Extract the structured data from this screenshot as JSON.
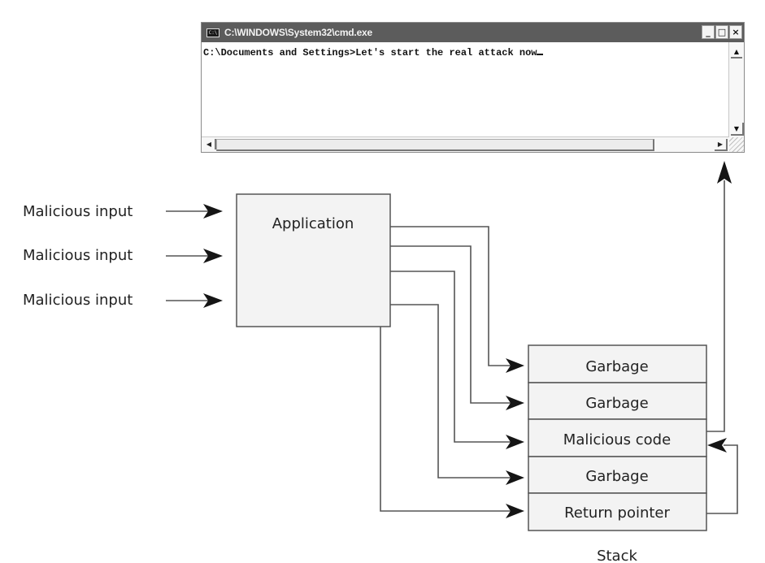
{
  "cmd_window": {
    "title": "C:\\WINDOWS\\System32\\cmd.exe",
    "icon": "cmd-console-icon",
    "icon_text": "C:\\",
    "buttons": {
      "minimize": "_",
      "maximize": "□",
      "close": "×"
    },
    "prompt": "C:\\Documents and Settings>",
    "typed_text": "Let's start the real attack now",
    "scroll_glyphs": {
      "up": "▲",
      "down": "▼",
      "left": "◀",
      "right": "▶"
    }
  },
  "diagram": {
    "inputs": [
      {
        "label": "Malicious input"
      },
      {
        "label": "Malicious input"
      },
      {
        "label": "Malicious input"
      }
    ],
    "application_label": "Application",
    "stack": {
      "label": "Stack",
      "cells": [
        {
          "label": "Garbage"
        },
        {
          "label": "Garbage"
        },
        {
          "label": "Malicious code"
        },
        {
          "label": "Garbage"
        },
        {
          "label": "Return pointer"
        }
      ]
    },
    "colors": {
      "box_fill": "#f3f3f3",
      "line": "#555555",
      "arrowhead": "#151515"
    }
  }
}
